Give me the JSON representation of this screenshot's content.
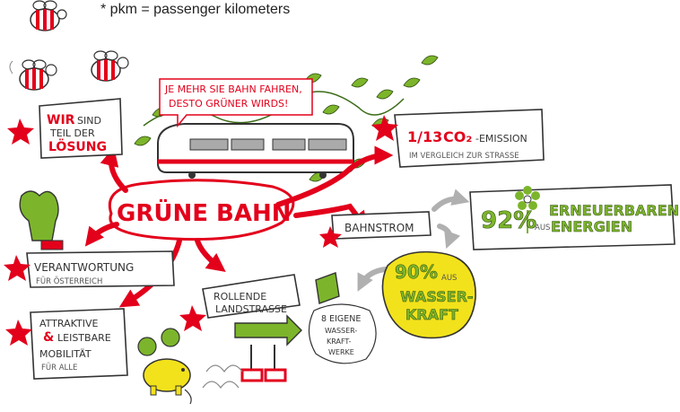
{
  "footnote": "* pkm = passenger kilometers",
  "center": {
    "title": "GRÜNE BAHN"
  },
  "train_speech": {
    "line1": "JE MEHR SIE BAHN FAHREN,",
    "line2": "DESTO GRÜNER WIRDS!"
  },
  "wir_sind": {
    "wir": "WIR",
    "sind": "SIND",
    "teil": "TEIL DER",
    "loesung": "LÖSUNG"
  },
  "co2": {
    "ratio": "1/13",
    "co2": "CO₂",
    "emission": "-EMISSION",
    "sub": "IM VERGLEICH ZUR STRASSE"
  },
  "verantwortung": {
    "title": "VERANTWORTUNG",
    "sub": "FÜR ÖSTERREICH"
  },
  "bahnstrom": {
    "label": "BAHNSTROM"
  },
  "renewable": {
    "percent": "92%",
    "aus": "AUS",
    "line1": "ERNEUERBAREN",
    "line2": "ENERGIEN"
  },
  "wasserkraft": {
    "percent": "90%",
    "aus": "AUS",
    "line1": "WASSER-",
    "line2": "KRAFT"
  },
  "kraftwerke": {
    "line1": "8 EIGENE",
    "line2": "WASSER-",
    "line3": "KRAFT-",
    "line4": "WERKE"
  },
  "rollende": {
    "line1": "ROLLENDE",
    "line2": "LANDSTRASSE"
  },
  "attraktive": {
    "line1": "ATTRAKTIVE",
    "line2": "LEISTBARE",
    "line3": "MOBILITÄT",
    "line4": "FÜR ALLE"
  },
  "colors": {
    "red": "#e3001b",
    "green": "#7cb52b",
    "yellow": "#f2e21b",
    "dark": "#333333",
    "grey": "#9a9a9a"
  }
}
